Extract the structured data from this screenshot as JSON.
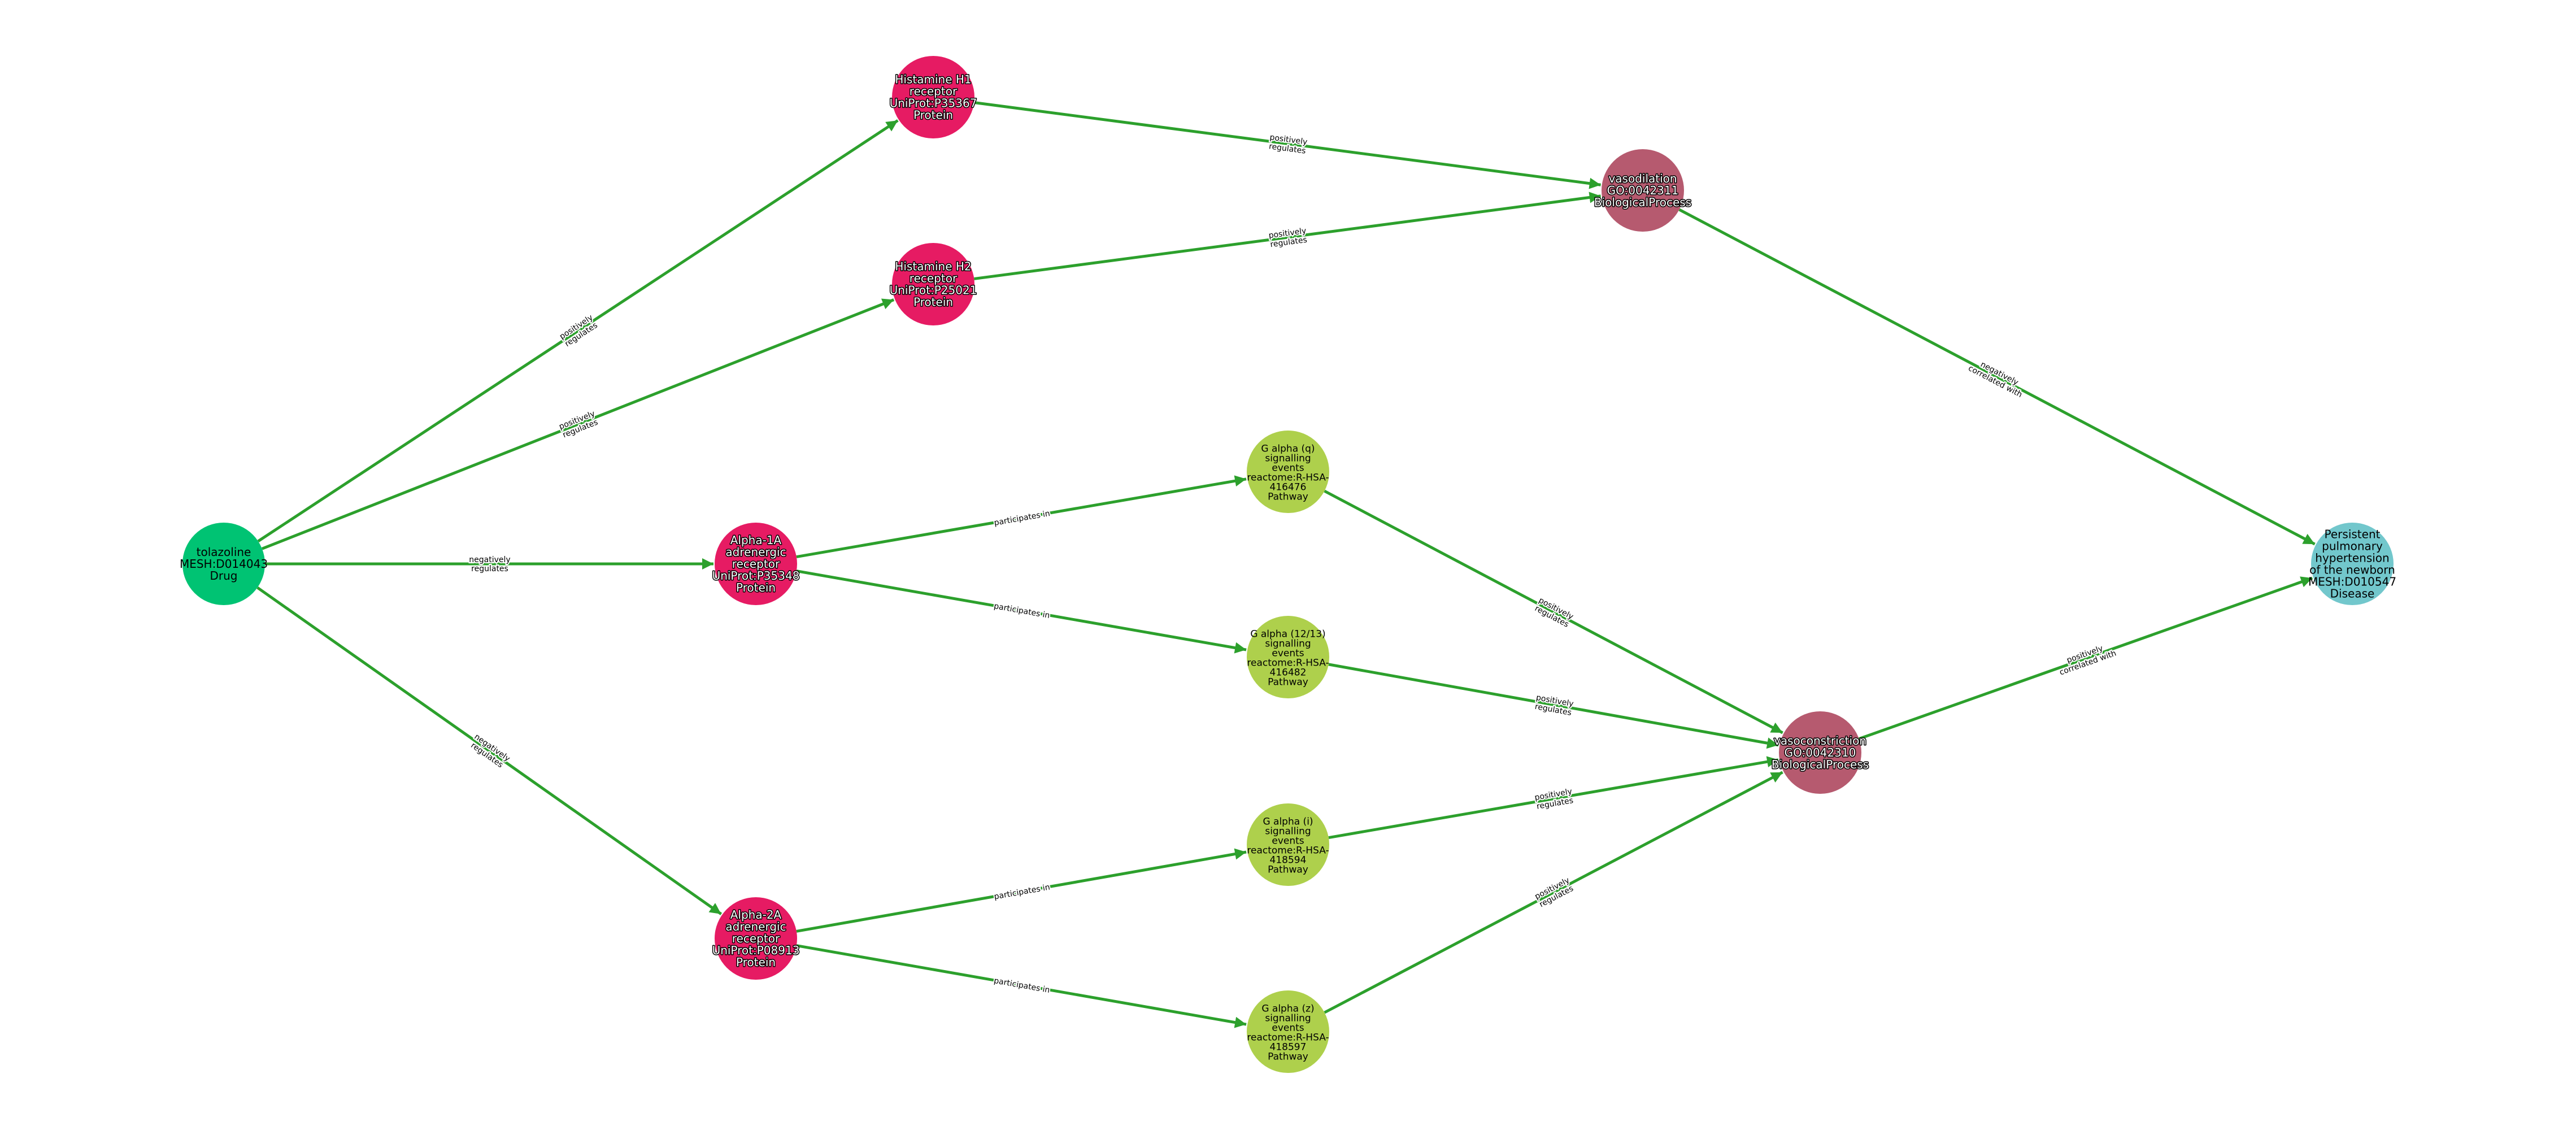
{
  "colors": {
    "edge": "#2ca02c",
    "Drug": "#00c373",
    "Protein": "#e61b63",
    "Pathway": "#aed04c",
    "BiologicalProcess": "#b65a6f",
    "Disease": "#72c7cc"
  },
  "nodes": [
    {
      "id": "tolazoline",
      "type": "Drug",
      "lines": [
        "tolazoline",
        "MESH:D014043",
        "Drug"
      ]
    },
    {
      "id": "h1",
      "type": "Protein",
      "lines": [
        "Histamine H1",
        "receptor",
        "UniProt:P35367",
        "Protein"
      ]
    },
    {
      "id": "h2",
      "type": "Protein",
      "lines": [
        "Histamine H2",
        "receptor",
        "UniProt:P25021",
        "Protein"
      ]
    },
    {
      "id": "a1a",
      "type": "Protein",
      "lines": [
        "Alpha-1A",
        "adrenergic",
        "receptor",
        "UniProt:P35348",
        "Protein"
      ]
    },
    {
      "id": "a2a",
      "type": "Protein",
      "lines": [
        "Alpha-2A",
        "adrenergic",
        "receptor",
        "UniProt:P08913",
        "Protein"
      ]
    },
    {
      "id": "gq",
      "type": "Pathway",
      "lines": [
        "G alpha (q)",
        "signalling",
        "events",
        "reactome:R-HSA-",
        "416476",
        "Pathway"
      ]
    },
    {
      "id": "g12",
      "type": "Pathway",
      "lines": [
        "G alpha (12/13)",
        "signalling",
        "events",
        "reactome:R-HSA-",
        "416482",
        "Pathway"
      ]
    },
    {
      "id": "gi",
      "type": "Pathway",
      "lines": [
        "G alpha (i)",
        "signalling",
        "events",
        "reactome:R-HSA-",
        "418594",
        "Pathway"
      ]
    },
    {
      "id": "gz",
      "type": "Pathway",
      "lines": [
        "G alpha (z)",
        "signalling",
        "events",
        "reactome:R-HSA-",
        "418597",
        "Pathway"
      ]
    },
    {
      "id": "vasodilation",
      "type": "BiologicalProcess",
      "lines": [
        "vasodilation",
        "GO:0042311",
        "BiologicalProcess"
      ]
    },
    {
      "id": "vasoconstriction",
      "type": "BiologicalProcess",
      "lines": [
        "vasoconstriction",
        "GO:0042310",
        "BiologicalProcess"
      ]
    },
    {
      "id": "pphn",
      "type": "Disease",
      "lines": [
        "Persistent",
        "pulmonary",
        "hypertension",
        "of the newborn",
        "MESH:D010547",
        "Disease"
      ]
    }
  ],
  "edges": [
    {
      "source": "tolazoline",
      "target": "h1",
      "label": [
        "positively",
        "regulates"
      ]
    },
    {
      "source": "tolazoline",
      "target": "h2",
      "label": [
        "positively",
        "regulates"
      ]
    },
    {
      "source": "tolazoline",
      "target": "a1a",
      "label": [
        "negatively",
        "regulates"
      ]
    },
    {
      "source": "tolazoline",
      "target": "a2a",
      "label": [
        "negatively",
        "regulates"
      ]
    },
    {
      "source": "h1",
      "target": "vasodilation",
      "label": [
        "positively",
        "regulates"
      ]
    },
    {
      "source": "h2",
      "target": "vasodilation",
      "label": [
        "positively",
        "regulates"
      ]
    },
    {
      "source": "a1a",
      "target": "gq",
      "label": [
        "participates in"
      ]
    },
    {
      "source": "a1a",
      "target": "g12",
      "label": [
        "participates in"
      ]
    },
    {
      "source": "a2a",
      "target": "gi",
      "label": [
        "participates in"
      ]
    },
    {
      "source": "a2a",
      "target": "gz",
      "label": [
        "participates in"
      ]
    },
    {
      "source": "gq",
      "target": "vasoconstriction",
      "label": [
        "positively",
        "regulates"
      ]
    },
    {
      "source": "g12",
      "target": "vasoconstriction",
      "label": [
        "positively",
        "regulates"
      ]
    },
    {
      "source": "gi",
      "target": "vasoconstriction",
      "label": [
        "positively",
        "regulates"
      ]
    },
    {
      "source": "gz",
      "target": "vasoconstriction",
      "label": [
        "positively",
        "regulates"
      ]
    },
    {
      "source": "vasodilation",
      "target": "pphn",
      "label": [
        "negatively",
        "correlated with"
      ]
    },
    {
      "source": "vasoconstriction",
      "target": "pphn",
      "label": [
        "positively",
        "correlated with"
      ]
    }
  ]
}
